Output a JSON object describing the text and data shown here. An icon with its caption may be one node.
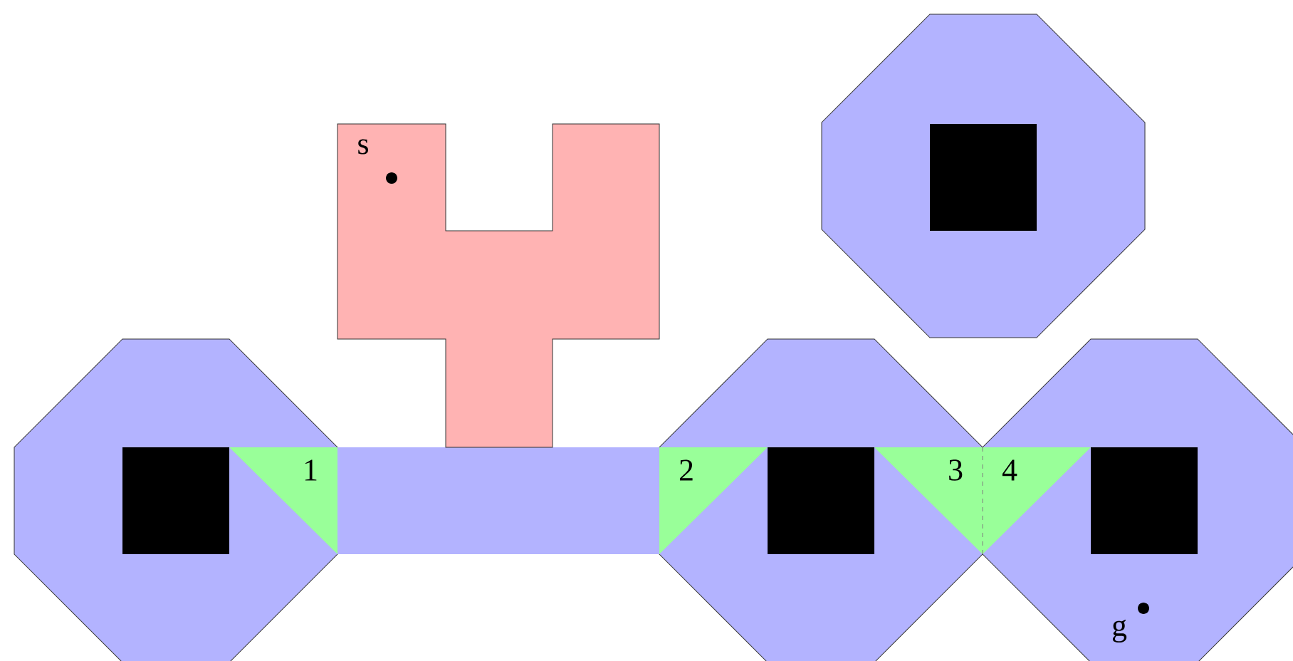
{
  "diagram": {
    "labels": [
      "s",
      "1",
      "2",
      "3",
      "4",
      "g"
    ]
  }
}
